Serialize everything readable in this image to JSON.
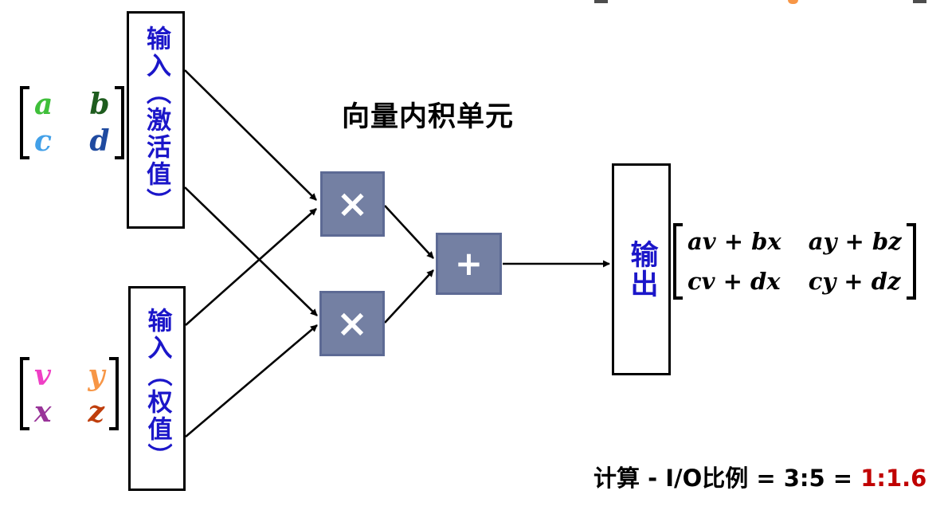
{
  "title": "向量内积单元",
  "nodes": {
    "input_activation_label": "输入（激活值）",
    "input_weight_label": "输入（权值）",
    "output_label": "输出",
    "multiply_symbol": "×",
    "add_symbol": "+"
  },
  "activation_matrix": {
    "cells": [
      {
        "t": "a",
        "c": "#3fbf3a"
      },
      {
        "t": "b",
        "c": "#1e5c1e"
      },
      {
        "t": "c",
        "c": "#42a0e8"
      },
      {
        "t": "d",
        "c": "#1f4aa0"
      }
    ]
  },
  "weight_matrix": {
    "cells": [
      {
        "t": "v",
        "c": "#ef3fc5"
      },
      {
        "t": "y",
        "c": "#f79646"
      },
      {
        "t": "x",
        "c": "#993499"
      },
      {
        "t": "z",
        "c": "#bf3e0c"
      }
    ]
  },
  "output_matrix": {
    "cells": [
      {
        "t": "av + bx"
      },
      {
        "t": "ay + bz"
      },
      {
        "t": "cv + dx"
      },
      {
        "t": "cy + dz"
      }
    ]
  },
  "ratio": {
    "prefix": "计算 - I/O比例 = 3:5 = ",
    "highlight": "1:1.6"
  },
  "colors": {
    "label_blue": "#1b16c9",
    "op_box_fill": "#7480a3",
    "op_box_border": "#5d6a94",
    "ratio_highlight_red": "#c00000"
  }
}
